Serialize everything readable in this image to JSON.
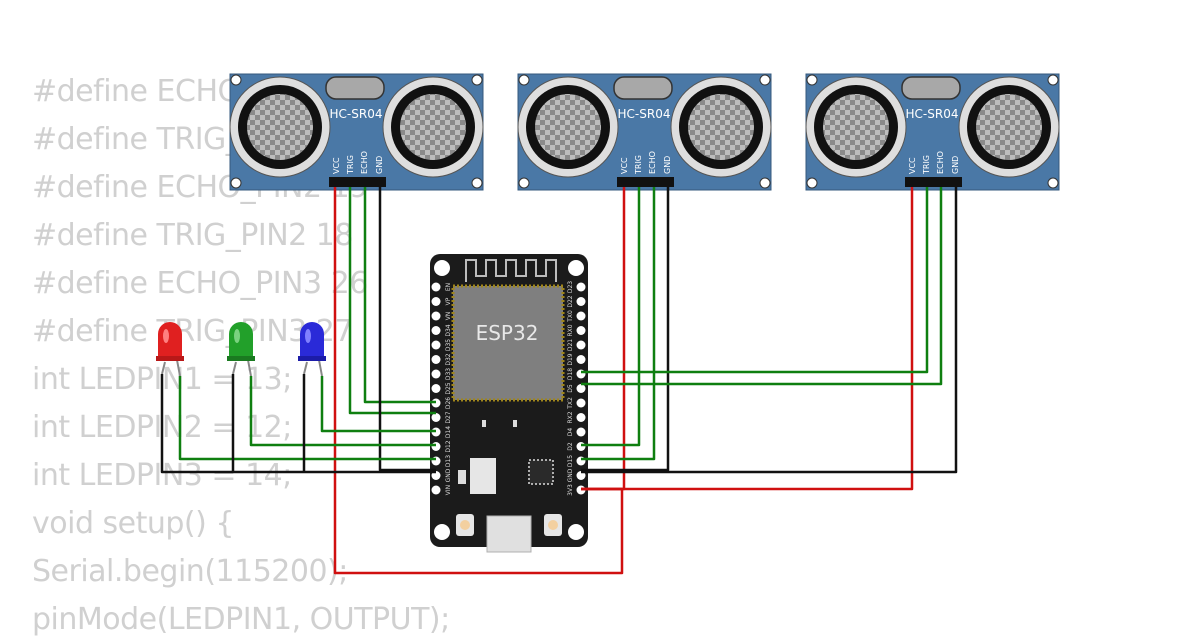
{
  "code_lines": [
    "#define ECHO_PIN1 5",
    "#define TRIG_PIN1 17",
    "#define ECHO_PIN2 19",
    "#define TRIG_PIN2 18",
    "#define ECHO_PIN3 26",
    "#define TRIG_PIN3 27",
    "int LEDPIN1 = 13;",
    "int LEDPIN2 = 12;",
    "int LEDPIN3 = 14;",
    "void setup() {",
    "Serial.begin(115200);",
    "pinMode(LEDPIN1, OUTPUT);"
  ],
  "sensors": [
    {
      "label": "HC-SR04",
      "pins": [
        "VCC",
        "TRIG",
        "ECHO",
        "GND"
      ]
    },
    {
      "label": "HC-SR04",
      "pins": [
        "VCC",
        "TRIG",
        "ECHO",
        "GND"
      ]
    },
    {
      "label": "HC-SR04",
      "pins": [
        "VCC",
        "TRIG",
        "ECHO",
        "GND"
      ]
    }
  ],
  "board": {
    "chip_label": "ESP32",
    "left_pins": [
      "EN",
      "VP",
      "VN",
      "D34",
      "D35",
      "D32",
      "D33",
      "D25",
      "D26",
      "D27",
      "D14",
      "D12",
      "D13",
      "GND",
      "VIN"
    ],
    "right_pins": [
      "D23",
      "D22",
      "TX0",
      "RX0",
      "D21",
      "D19",
      "D18",
      "D5",
      "TX2",
      "RX2",
      "D4",
      "D2",
      "D15",
      "GND",
      "3V3"
    ]
  },
  "leds": [
    {
      "color": "red",
      "hex": "#e02020"
    },
    {
      "color": "green",
      "hex": "#22a02a"
    },
    {
      "color": "blue",
      "hex": "#2a2ad8"
    }
  ],
  "wire_colors": {
    "power": "#d01010",
    "signal": "#0f7f10",
    "ground": "#111111"
  }
}
